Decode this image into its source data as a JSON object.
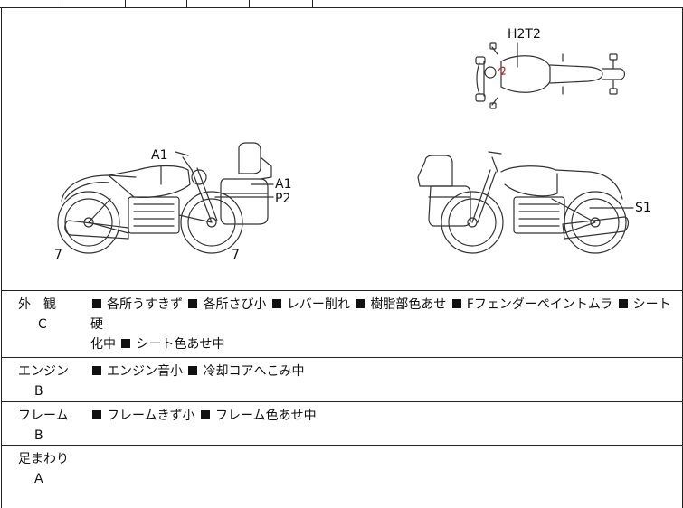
{
  "diagram": {
    "top_view_label": "H2T2",
    "left_side": {
      "tank_label": "A1",
      "case_label": "A1",
      "case_label2": "P2",
      "front_wheel_label": "7",
      "rear_wheel_label": "7"
    },
    "right_side": {
      "wheel_label": "S1"
    }
  },
  "conditions": [
    {
      "name": "外　観",
      "grade": "C",
      "notes_line1": [
        "各所うすきず",
        "各所さび小",
        "レバー削れ",
        "樹脂部色あせ",
        "Fフェンダーペイントムラ",
        "シート硬"
      ],
      "notes_line2_lead": "化中",
      "notes_line2": [
        "シート色あせ中"
      ]
    },
    {
      "name": "エンジン",
      "grade": "B",
      "notes": [
        "エンジン音小",
        "冷却コアへこみ中"
      ]
    },
    {
      "name": "フレーム",
      "grade": "B",
      "notes": [
        "フレームきず小",
        "フレーム色あせ中"
      ]
    },
    {
      "name": "足まわり",
      "grade": "A",
      "notes": []
    }
  ]
}
